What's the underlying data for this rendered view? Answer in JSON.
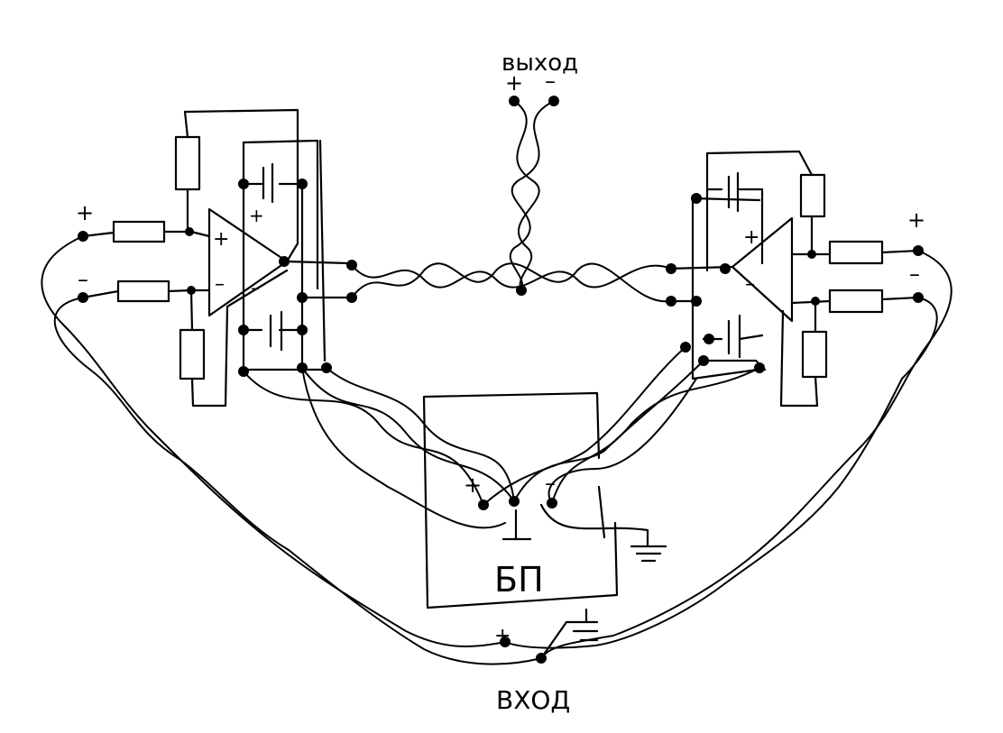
{
  "labels": {
    "output": "выход",
    "output_plus": "+",
    "output_minus": "–",
    "input": "ВХОД",
    "input_plus": "+",
    "psu": "БП",
    "psu_plus": "+",
    "psu_minus": "–",
    "left_in_plus": "+",
    "left_in_minus": "–",
    "left_amp_plus": "+",
    "left_amp_minus": "–",
    "left_cap_plus": "+",
    "left_out_minus": "–",
    "right_in_plus": "+",
    "right_in_minus": "–",
    "right_amp_plus": "+",
    "right_amp_minus": "–"
  },
  "colors": {
    "ink": "#000000",
    "paper": "#ffffff"
  }
}
